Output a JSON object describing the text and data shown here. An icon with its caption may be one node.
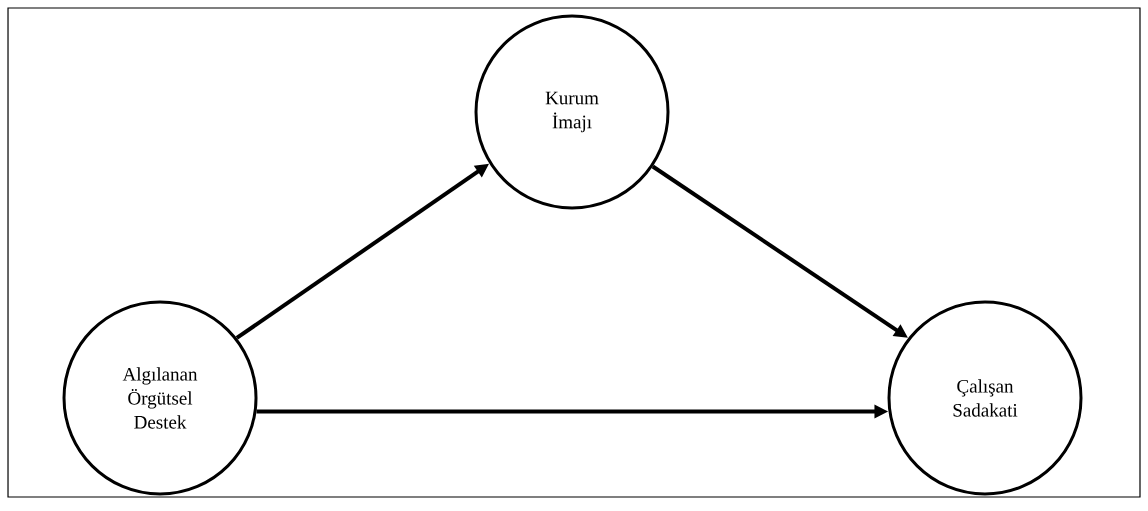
{
  "diagram": {
    "nodes": [
      {
        "text": [
          "Kurum İmajı"
        ]
      },
      {
        "text": [
          "Algılanan Örgütsel Destek"
        ]
      },
      {
        "text": [
          "Çalışan Sadakati"
        ]
      }
    ],
    "edges": [
      {
        "from": 1,
        "to": 0,
        "arrow": "to"
      },
      {
        "from": 0,
        "to": 2,
        "arrow": "to"
      },
      {
        "from": 1,
        "to": 2,
        "arrow": "to"
      }
    ]
  }
}
